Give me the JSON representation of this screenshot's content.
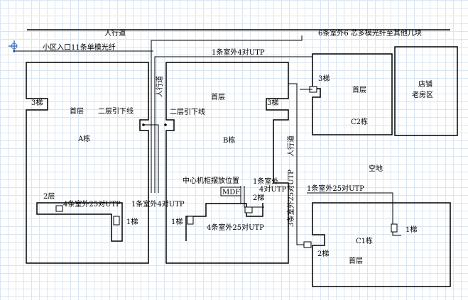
{
  "colors": {
    "ink": "#000000",
    "grid": "#dbe6f2",
    "background": "#ffffff",
    "accent": "#4472c4"
  },
  "top": {
    "road_label": "人行道",
    "fiber6_label": "6条室外6 芯多模光纤至其他几块",
    "fiber11_label": "小区入口11条单模光纤",
    "utp4_top_label": "1条室外4对UTP"
  },
  "building_a": {
    "name": "A栋",
    "floor": "首层",
    "stair3": "3梯",
    "stair2": "2层",
    "stair1": "1梯",
    "drop_label": "二层引下线",
    "utp25_label": "4条室外25对UTP"
  },
  "building_b": {
    "name": "B栋",
    "floor": "首层",
    "stair3": "3梯",
    "stair2": "2梯",
    "stair1": "1梯",
    "drop_label": "二层引下线",
    "road_label": "人行道",
    "center_cabinet_label": "中心机柜摆放位置",
    "mdf_label": "MDF",
    "utp4_label": "1条室外4对UTP",
    "utp4_right_label_1": "1条室外",
    "utp4_right_label_2": "4对UTP",
    "utp25_label": "4条室外25对UTP"
  },
  "building_c2": {
    "name": "C2栋",
    "floor": "首层",
    "stair3": "3梯"
  },
  "shop": {
    "line1": "店铺",
    "line2": "老房区"
  },
  "open_space": {
    "label": "空地"
  },
  "building_c1": {
    "name": "C1栋",
    "floor": "首层",
    "stair2": "2梯",
    "stair1": "1梯",
    "road_label": "人行道",
    "utp25_label": "1条室外25对UTP",
    "utp25_vertical_label": "3条室外25对UTP"
  }
}
